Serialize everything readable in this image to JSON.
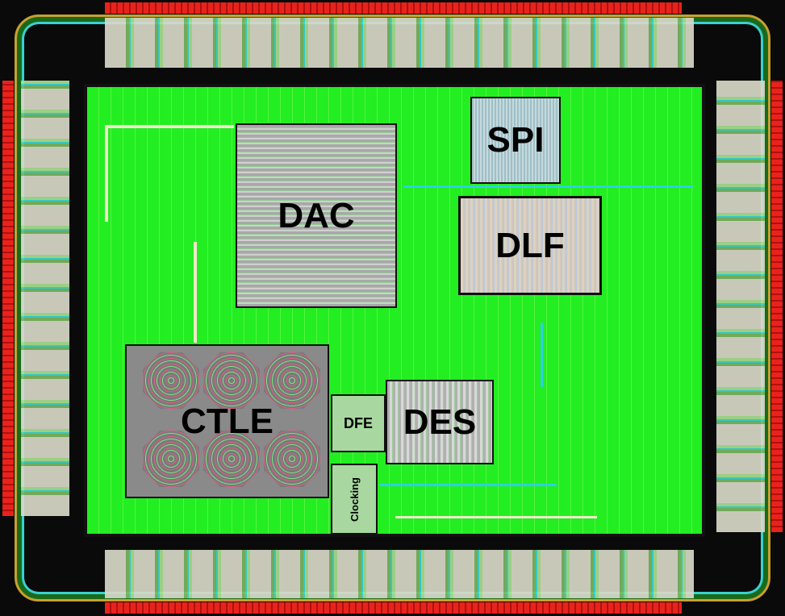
{
  "blocks": {
    "dac": "DAC",
    "spi": "SPI",
    "dlf": "DLF",
    "ctle": "CTLE",
    "dfe": "DFE",
    "des": "DES",
    "clocking": "Clocking"
  },
  "colors": {
    "core": "#22ee22",
    "pad_strip": "#e8231c",
    "background": "#0a0a0a"
  }
}
